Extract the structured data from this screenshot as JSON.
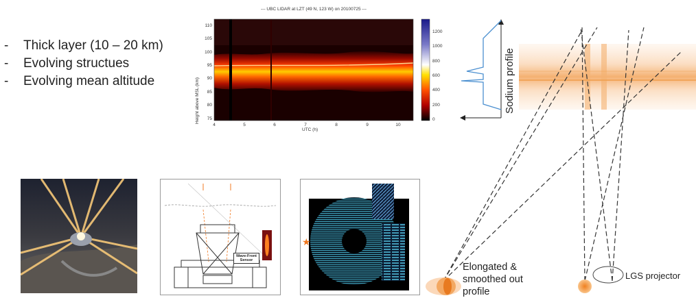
{
  "bullets": [
    {
      "dash": "-",
      "text": "Thick layer   (10 – 20 km)"
    },
    {
      "dash": "-",
      "text": "Evolving structues"
    },
    {
      "dash": "-",
      "text": "Evolving mean altitude"
    }
  ],
  "lidar": {
    "title": "--- UBC LIDAR at LZT (49 N, 123 W) on 20100725 ---",
    "ylabel": "Height above MSL (km)",
    "xlabel": "UTC (h)",
    "y_ticks": [
      "110",
      "105",
      "100",
      "95",
      "90",
      "85",
      "80",
      "75"
    ],
    "x_ticks": [
      "4",
      "5",
      "6",
      "7",
      "8",
      "9",
      "10"
    ],
    "colorbar_ticks": [
      "1200",
      "1000",
      "800",
      "600",
      "400",
      "200",
      "0"
    ]
  },
  "diagram": {
    "sodium_label": "Sodium profile",
    "elongated_line1": "Elongated &",
    "elongated_line2": "smoothed out",
    "elongated_line3": "profile",
    "lgs_label": "LGS projector"
  },
  "thumbnails": {
    "wfs_line1": "Wave-Front",
    "wfs_line2": "Sensor"
  },
  "colors": {
    "sodium_band": "#f9c89b",
    "sodium_peak": "#f0a050",
    "profile_line": "#4a8fd0",
    "star": "#f07820",
    "lidar_hot": "#ff3300",
    "lidar_bg": "#1a0000"
  }
}
